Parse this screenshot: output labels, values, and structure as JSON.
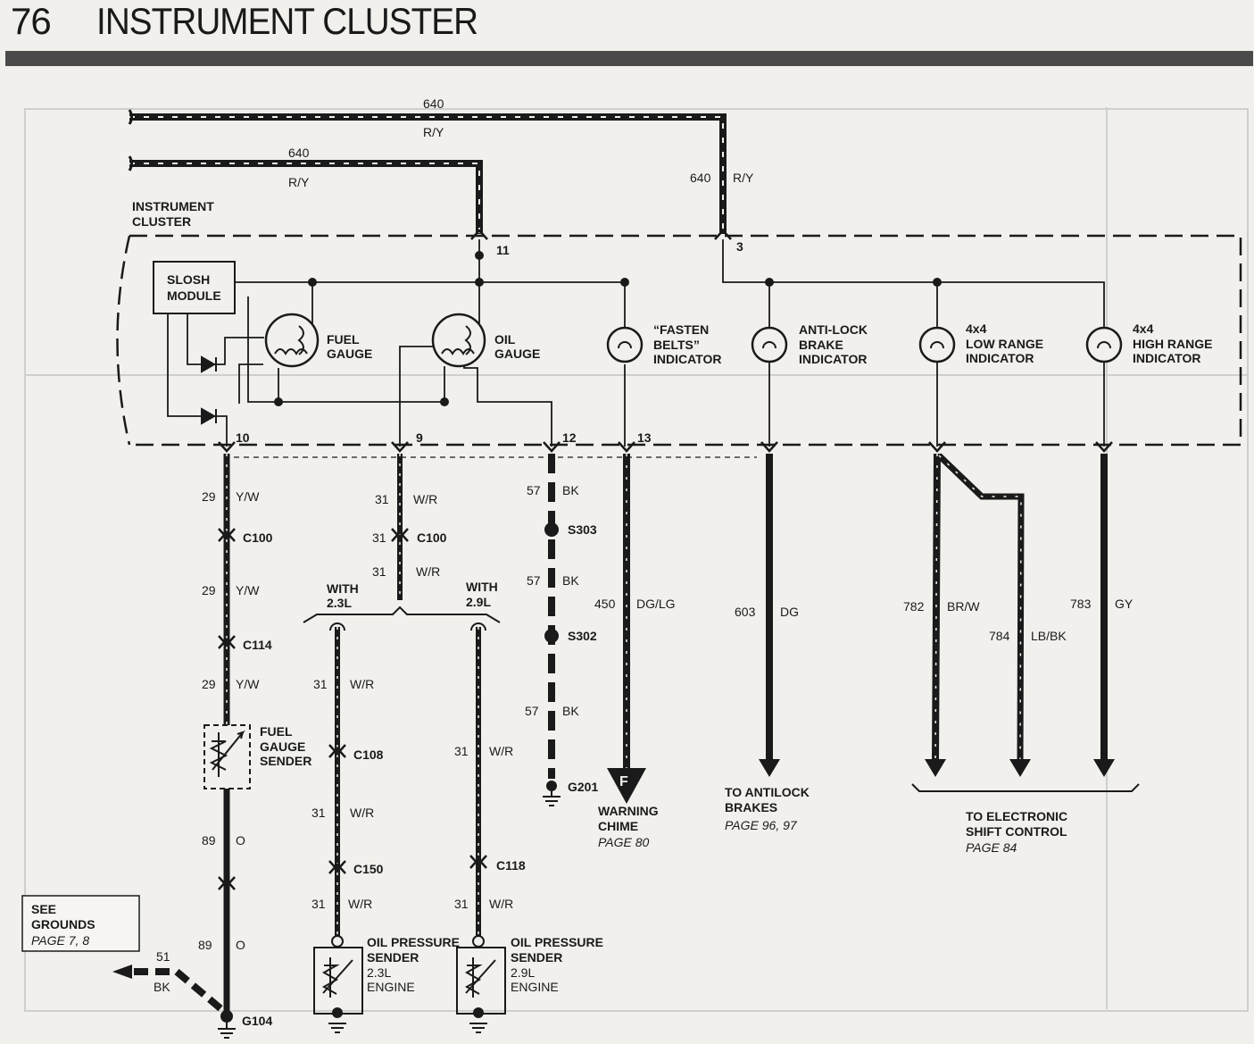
{
  "header": {
    "page_number": "76",
    "title": "INSTRUMENT CLUSTER"
  },
  "cluster_label": [
    "INSTRUMENT",
    "CLUSTER"
  ],
  "feeds": [
    {
      "circuit": "640",
      "color": "R/Y"
    },
    {
      "circuit": "640",
      "color": "R/Y"
    },
    {
      "circuit": "640",
      "color": "R/Y"
    }
  ],
  "pins": {
    "p11": "11",
    "p3": "3",
    "p10": "10",
    "p9": "9",
    "p12": "12",
    "p13": "13"
  },
  "slosh_module": [
    "SLOSH",
    "MODULE"
  ],
  "gauges": {
    "fuel": [
      "FUEL",
      "GAUGE"
    ],
    "oil": [
      "OIL",
      "GAUGE"
    ]
  },
  "indicators": {
    "fasten": [
      "“FASTEN",
      "BELTS”",
      "INDICATOR"
    ],
    "antilock": [
      "ANTI-LOCK",
      "BRAKE",
      "INDICATOR"
    ],
    "low4x4": [
      "4x4",
      "LOW RANGE",
      "INDICATOR"
    ],
    "high4x4": [
      "4x4",
      "HIGH RANGE",
      "INDICATOR"
    ]
  },
  "wires": {
    "w29a": {
      "circuit": "29",
      "color": "Y/W"
    },
    "w29b": {
      "circuit": "29",
      "color": "Y/W"
    },
    "w29c": {
      "circuit": "29",
      "color": "Y/W"
    },
    "w89a": {
      "circuit": "89",
      "color": "O"
    },
    "w89b": {
      "circuit": "89",
      "color": "O"
    },
    "w51": {
      "circuit": "51",
      "color": "BK"
    },
    "w31a": {
      "circuit": "31",
      "color": "W/R"
    },
    "w31b": {
      "circuit": "31",
      "color": "W/R"
    },
    "w31c": {
      "circuit": "31",
      "color": "W/R"
    },
    "w31d": {
      "circuit": "31",
      "color": "W/R"
    },
    "w31e": {
      "circuit": "31",
      "color": "W/R"
    },
    "w31f": {
      "circuit": "31",
      "color": "W/R"
    },
    "w31g": {
      "circuit": "31",
      "color": "W/R"
    },
    "w57a": {
      "circuit": "57",
      "color": "BK"
    },
    "w57b": {
      "circuit": "57",
      "color": "BK"
    },
    "w57c": {
      "circuit": "57",
      "color": "BK"
    },
    "w450": {
      "circuit": "450",
      "color": "DG/LG"
    },
    "w603": {
      "circuit": "603",
      "color": "DG"
    },
    "w782": {
      "circuit": "782",
      "color": "BR/W"
    },
    "w784": {
      "circuit": "784",
      "color": "LB/BK"
    },
    "w783": {
      "circuit": "783",
      "color": "GY"
    }
  },
  "connectors": {
    "c100a": "C100",
    "c100b": "C100",
    "c114": "C114",
    "c108": "C108",
    "c150": "C150",
    "c118": "C118",
    "s303": "S303",
    "s302": "S302",
    "g201": "G201",
    "g104": "G104"
  },
  "options": {
    "w23": [
      "WITH",
      "2.3L"
    ],
    "w29": [
      "WITH",
      "2.9L"
    ]
  },
  "sender_fuel": [
    "FUEL",
    "GAUGE",
    "SENDER"
  ],
  "sender_oil23": [
    "OIL PRESSURE",
    "SENDER",
    "2.3L",
    "ENGINE"
  ],
  "sender_oil29": [
    "OIL PRESSURE",
    "SENDER",
    "2.9L",
    "ENGINE"
  ],
  "see_grounds": {
    "lines": [
      "SEE",
      "GROUNDS"
    ],
    "page": "PAGE 7, 8"
  },
  "chime": {
    "letter": "F",
    "lines": [
      "WARNING",
      "CHIME"
    ],
    "page": "PAGE 80"
  },
  "antilock_dest": {
    "lines": [
      "TO ANTILOCK",
      "BRAKES"
    ],
    "page": "PAGE 96, 97"
  },
  "shift_dest": {
    "lines": [
      "TO ELECTRONIC",
      "SHIFT CONTROL"
    ],
    "page": "PAGE 84"
  }
}
